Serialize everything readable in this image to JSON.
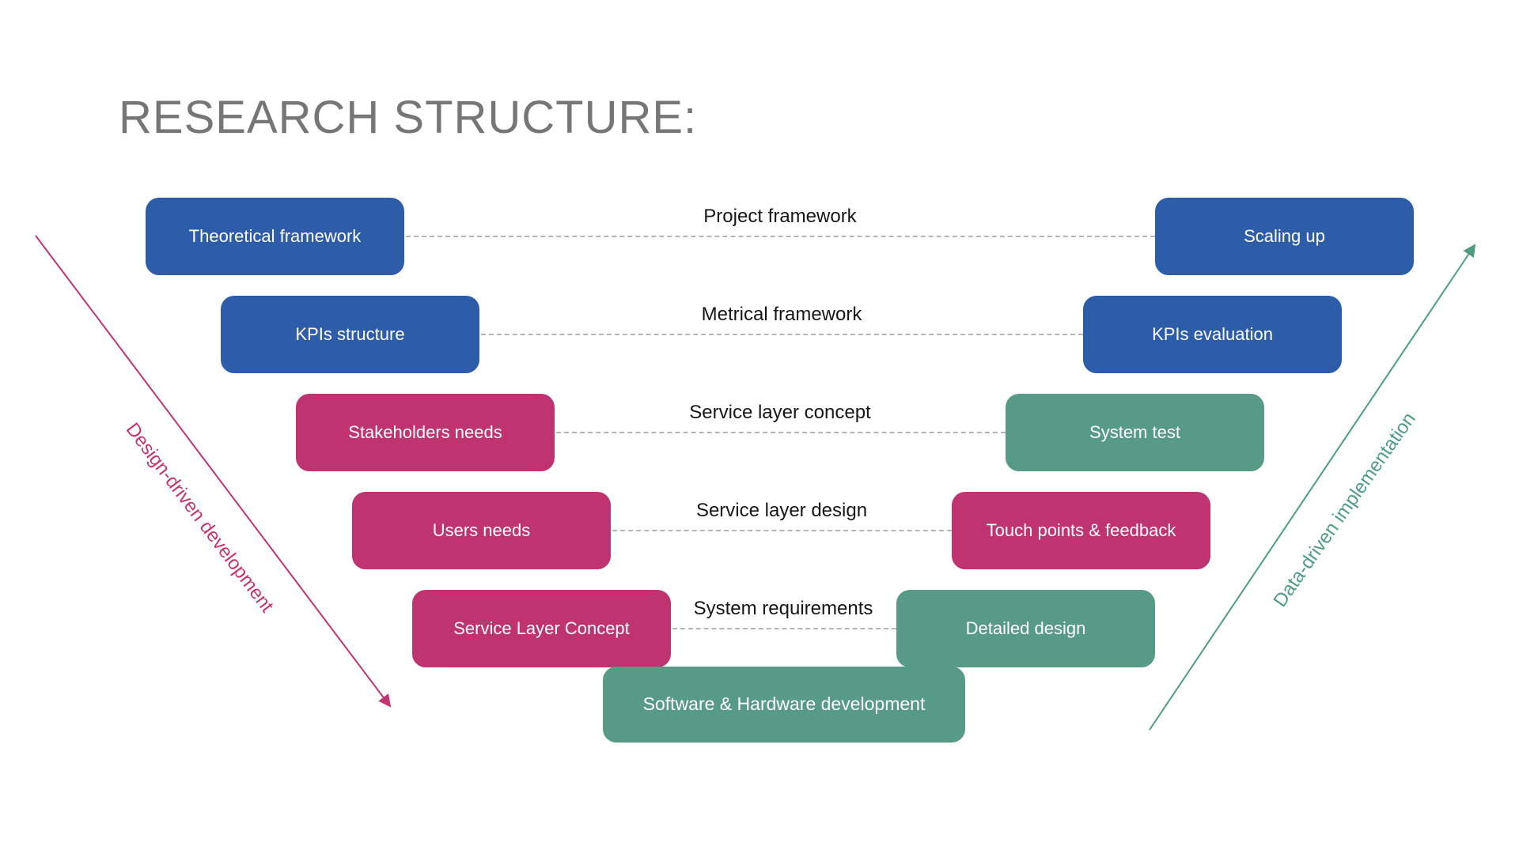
{
  "title": "RESEARCH STRUCTURE:",
  "colors": {
    "blue": "#2d5da8",
    "pink": "#bf3371",
    "green": "#579b87",
    "title_gray": "#767676",
    "dashed_line": "#b5b5b5",
    "arrow_pink": "#c13572",
    "arrow_green": "#4f9c85"
  },
  "rows": [
    {
      "left": "Theoretical framework",
      "connector": "Project framework",
      "right": "Scaling up"
    },
    {
      "left": "KPIs structure",
      "connector": "Metrical framework",
      "right": "KPIs evaluation"
    },
    {
      "left": "Stakeholders needs",
      "connector": "Service layer concept",
      "right": "System test"
    },
    {
      "left": "Users needs",
      "connector": "Service layer design",
      "right": "Touch points & feedback"
    },
    {
      "left": "Service Layer Concept",
      "connector": "System requirements",
      "right": "Detailed design"
    }
  ],
  "bottom_box": {
    "label": "Software & Hardware development"
  },
  "arrows": {
    "left": {
      "label": "Design-driven development"
    },
    "right": {
      "label": "Data-driven implementation"
    }
  }
}
